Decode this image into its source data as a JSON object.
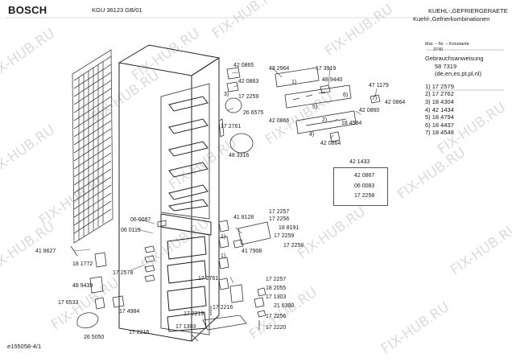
{
  "header": {
    "brand": "BOSCH",
    "model": "KGU 36123 GB/01",
    "category_line1": "KUEHL-,GEFRIERGERAETE",
    "category_line2": "Kuehl-,Gefrierkombinationen"
  },
  "sidebar": {
    "mat_label": "Mat. – Nr. – Konstante",
    "mat_value": "3740",
    "manual_title": "Gebrauchsanweisung",
    "manual_number": "58 7319",
    "languages": "(de,en,es,pt,pl,nl)",
    "items": [
      "1) 17 2579",
      "2) 17 2762",
      "3) 18 4304",
      "4) 42 1434",
      "5) 18 4794",
      "6) 18 4437",
      "7) 18 4548"
    ]
  },
  "footer": "e155058-4/1",
  "watermark": "FIX-HUB.RU",
  "labels": {
    "p420865": "42 0865",
    "p420863": "42 0863",
    "p3": "3)",
    "p172259a": "17 2259",
    "p265757": "26 6575",
    "p172761a": "17 2761",
    "p483316": "48 3316",
    "p432964": "43 2964",
    "p173919": "17 3919",
    "p489440": "48 9440",
    "p471179": "47 1179",
    "p420864a": "42 0864",
    "p420860": "42 0860",
    "p420866": "42 0866",
    "p184584": "18 4584",
    "p420864b": "42 0864",
    "p1a": "1)",
    "p6": "6)",
    "p5": "5)",
    "p7": "7)",
    "p2": "2)",
    "p4": "4)",
    "p421433": "42 1433",
    "p420867": "42 0867",
    "p060083": "06 0083",
    "p172258a": "17 2258",
    "p060087": "06 0087",
    "p060115": "06 0115",
    "p418128": "41 8128",
    "p172257a": "17 2257",
    "p172256a": "17 2256",
    "p188191": "18 8191",
    "p172259b": "17 2259",
    "p172258b": "17 2258",
    "p417908": "41 7908",
    "p418627": "41 8627",
    "p181772": "18 1772",
    "p172578": "17 2578",
    "p489439": "48 9439",
    "p176533": "17 6533",
    "p174984": "17 4984",
    "p172761b": "17 2761",
    "p172257b": "17 2257",
    "p182055": "18 2055",
    "p171303a": "17 1303",
    "p216390": "21 6390",
    "p172216a": "17 2216",
    "p172219": "17 2219",
    "p172256b": "17 2256",
    "p171303b": "17 1303",
    "p172220": "17 2220",
    "p172216b": "17 2216",
    "p265050": "26 5050",
    "p1b": "1)",
    "p1c": "1)"
  }
}
